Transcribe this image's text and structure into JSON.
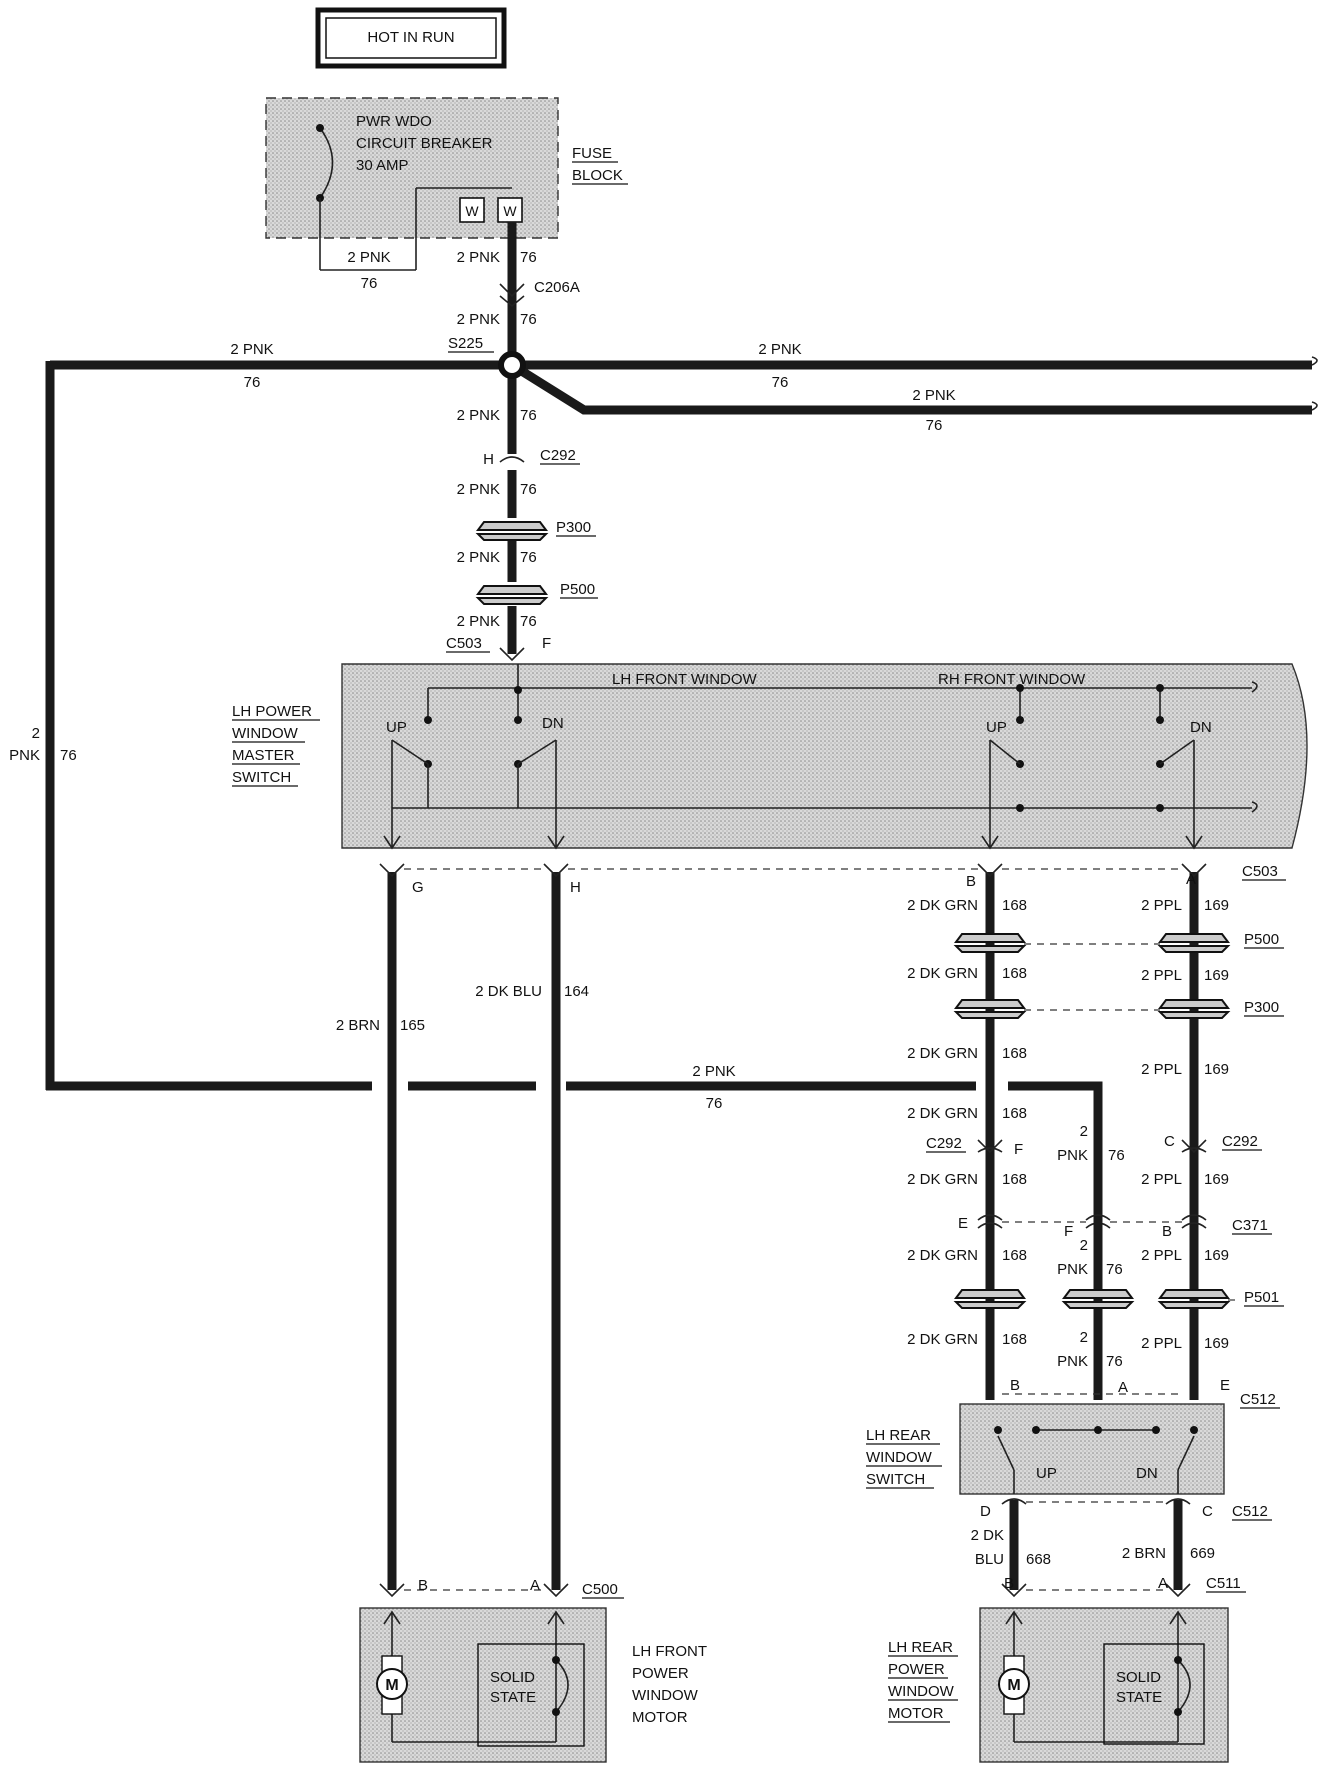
{
  "diagram": {
    "hot_label": "HOT IN RUN",
    "fuse_block": {
      "breaker_lines": [
        "PWR WDO",
        "CIRCUIT BREAKER",
        "30 AMP"
      ],
      "block_label_lines": [
        "FUSE",
        "BLOCK"
      ],
      "terminals": [
        "W",
        "W"
      ],
      "loop_label": "2 PNK",
      "loop_circuit": "76"
    },
    "main_feed": {
      "wire1_label": "2 PNK",
      "wire1_circuit": "76",
      "c206a": "C206A",
      "wire2_label": "2 PNK",
      "wire2_circuit": "76",
      "splice": "S225",
      "wire3_label": "2 PNK",
      "wire3_circuit": "76",
      "h_label": "H",
      "c292": "C292",
      "wire4_label": "2 PNK",
      "wire4_circuit": "76",
      "p300": "P300",
      "wire5_label": "2 PNK",
      "wire5_circuit": "76",
      "p500": "P500",
      "wire6_label": "2 PNK",
      "wire6_circuit": "76",
      "c503": "C503",
      "f_label": "F"
    },
    "branches": {
      "left_label": "2 PNK",
      "left_circuit": "76",
      "right1_label": "2 PNK",
      "right1_circuit": "76",
      "right2_label": "2 PNK",
      "right2_circuit": "76",
      "vertical_left_gauge": "2",
      "vertical_left_color": "PNK",
      "vertical_left_circuit": "76",
      "bottom_label": "2 PNK",
      "bottom_circuit": "76"
    },
    "master_switch": {
      "label_lines": [
        "LH POWER",
        "WINDOW",
        "MASTER",
        "SWITCH"
      ],
      "lh_front": "LH FRONT WINDOW",
      "rh_front": "RH FRONT WINDOW",
      "up1": "UP",
      "dn1": "DN",
      "up2": "UP",
      "dn2": "DN"
    },
    "lh_front_wires": {
      "g": "G",
      "h": "H",
      "brn_label": "2 BRN",
      "brn_circuit": "165",
      "blu_label": "2 DK BLU",
      "blu_circuit": "164"
    },
    "rear_wires": {
      "b_top": "B",
      "a_top": "A",
      "c503": "C503",
      "grn_label": "2 DK GRN",
      "grn_circuit": "168",
      "ppl_label": "2 PPL",
      "ppl_circuit": "169",
      "p500": "P500",
      "p300": "P300",
      "c292": "C292",
      "f_label": "F",
      "c_label": "C",
      "pnk_gauge": "2",
      "pnk_color": "PNK",
      "pnk_circuit": "76",
      "e_label": "E",
      "f2_label": "F",
      "b2_label": "B",
      "c371": "C371",
      "p501": "P501",
      "b3_label": "B",
      "a3_label": "A",
      "e3_label": "E",
      "c512": "C512"
    },
    "rear_switch": {
      "label_lines": [
        "LH REAR",
        "WINDOW",
        "SWITCH"
      ],
      "up": "UP",
      "dn": "DN"
    },
    "rear_motor_wires": {
      "d_label": "D",
      "c_label": "C",
      "c512": "C512",
      "blu_gauge": "2 DK",
      "blu_color": "BLU",
      "blu_circuit": "668",
      "brn_label": "2 BRN",
      "brn_circuit": "669",
      "b_label": "B",
      "a_label": "A",
      "c511": "C511"
    },
    "lh_front_motor": {
      "b_label": "B",
      "a_label": "A",
      "c500": "C500",
      "m": "M",
      "solid_lines": [
        "SOLID",
        "STATE"
      ],
      "label_lines": [
        "LH FRONT",
        "POWER",
        "WINDOW",
        "MOTOR"
      ]
    },
    "lh_rear_motor": {
      "m": "M",
      "solid_lines": [
        "SOLID",
        "STATE"
      ],
      "label_lines": [
        "LH REAR",
        "POWER",
        "WINDOW",
        "MOTOR"
      ]
    }
  }
}
